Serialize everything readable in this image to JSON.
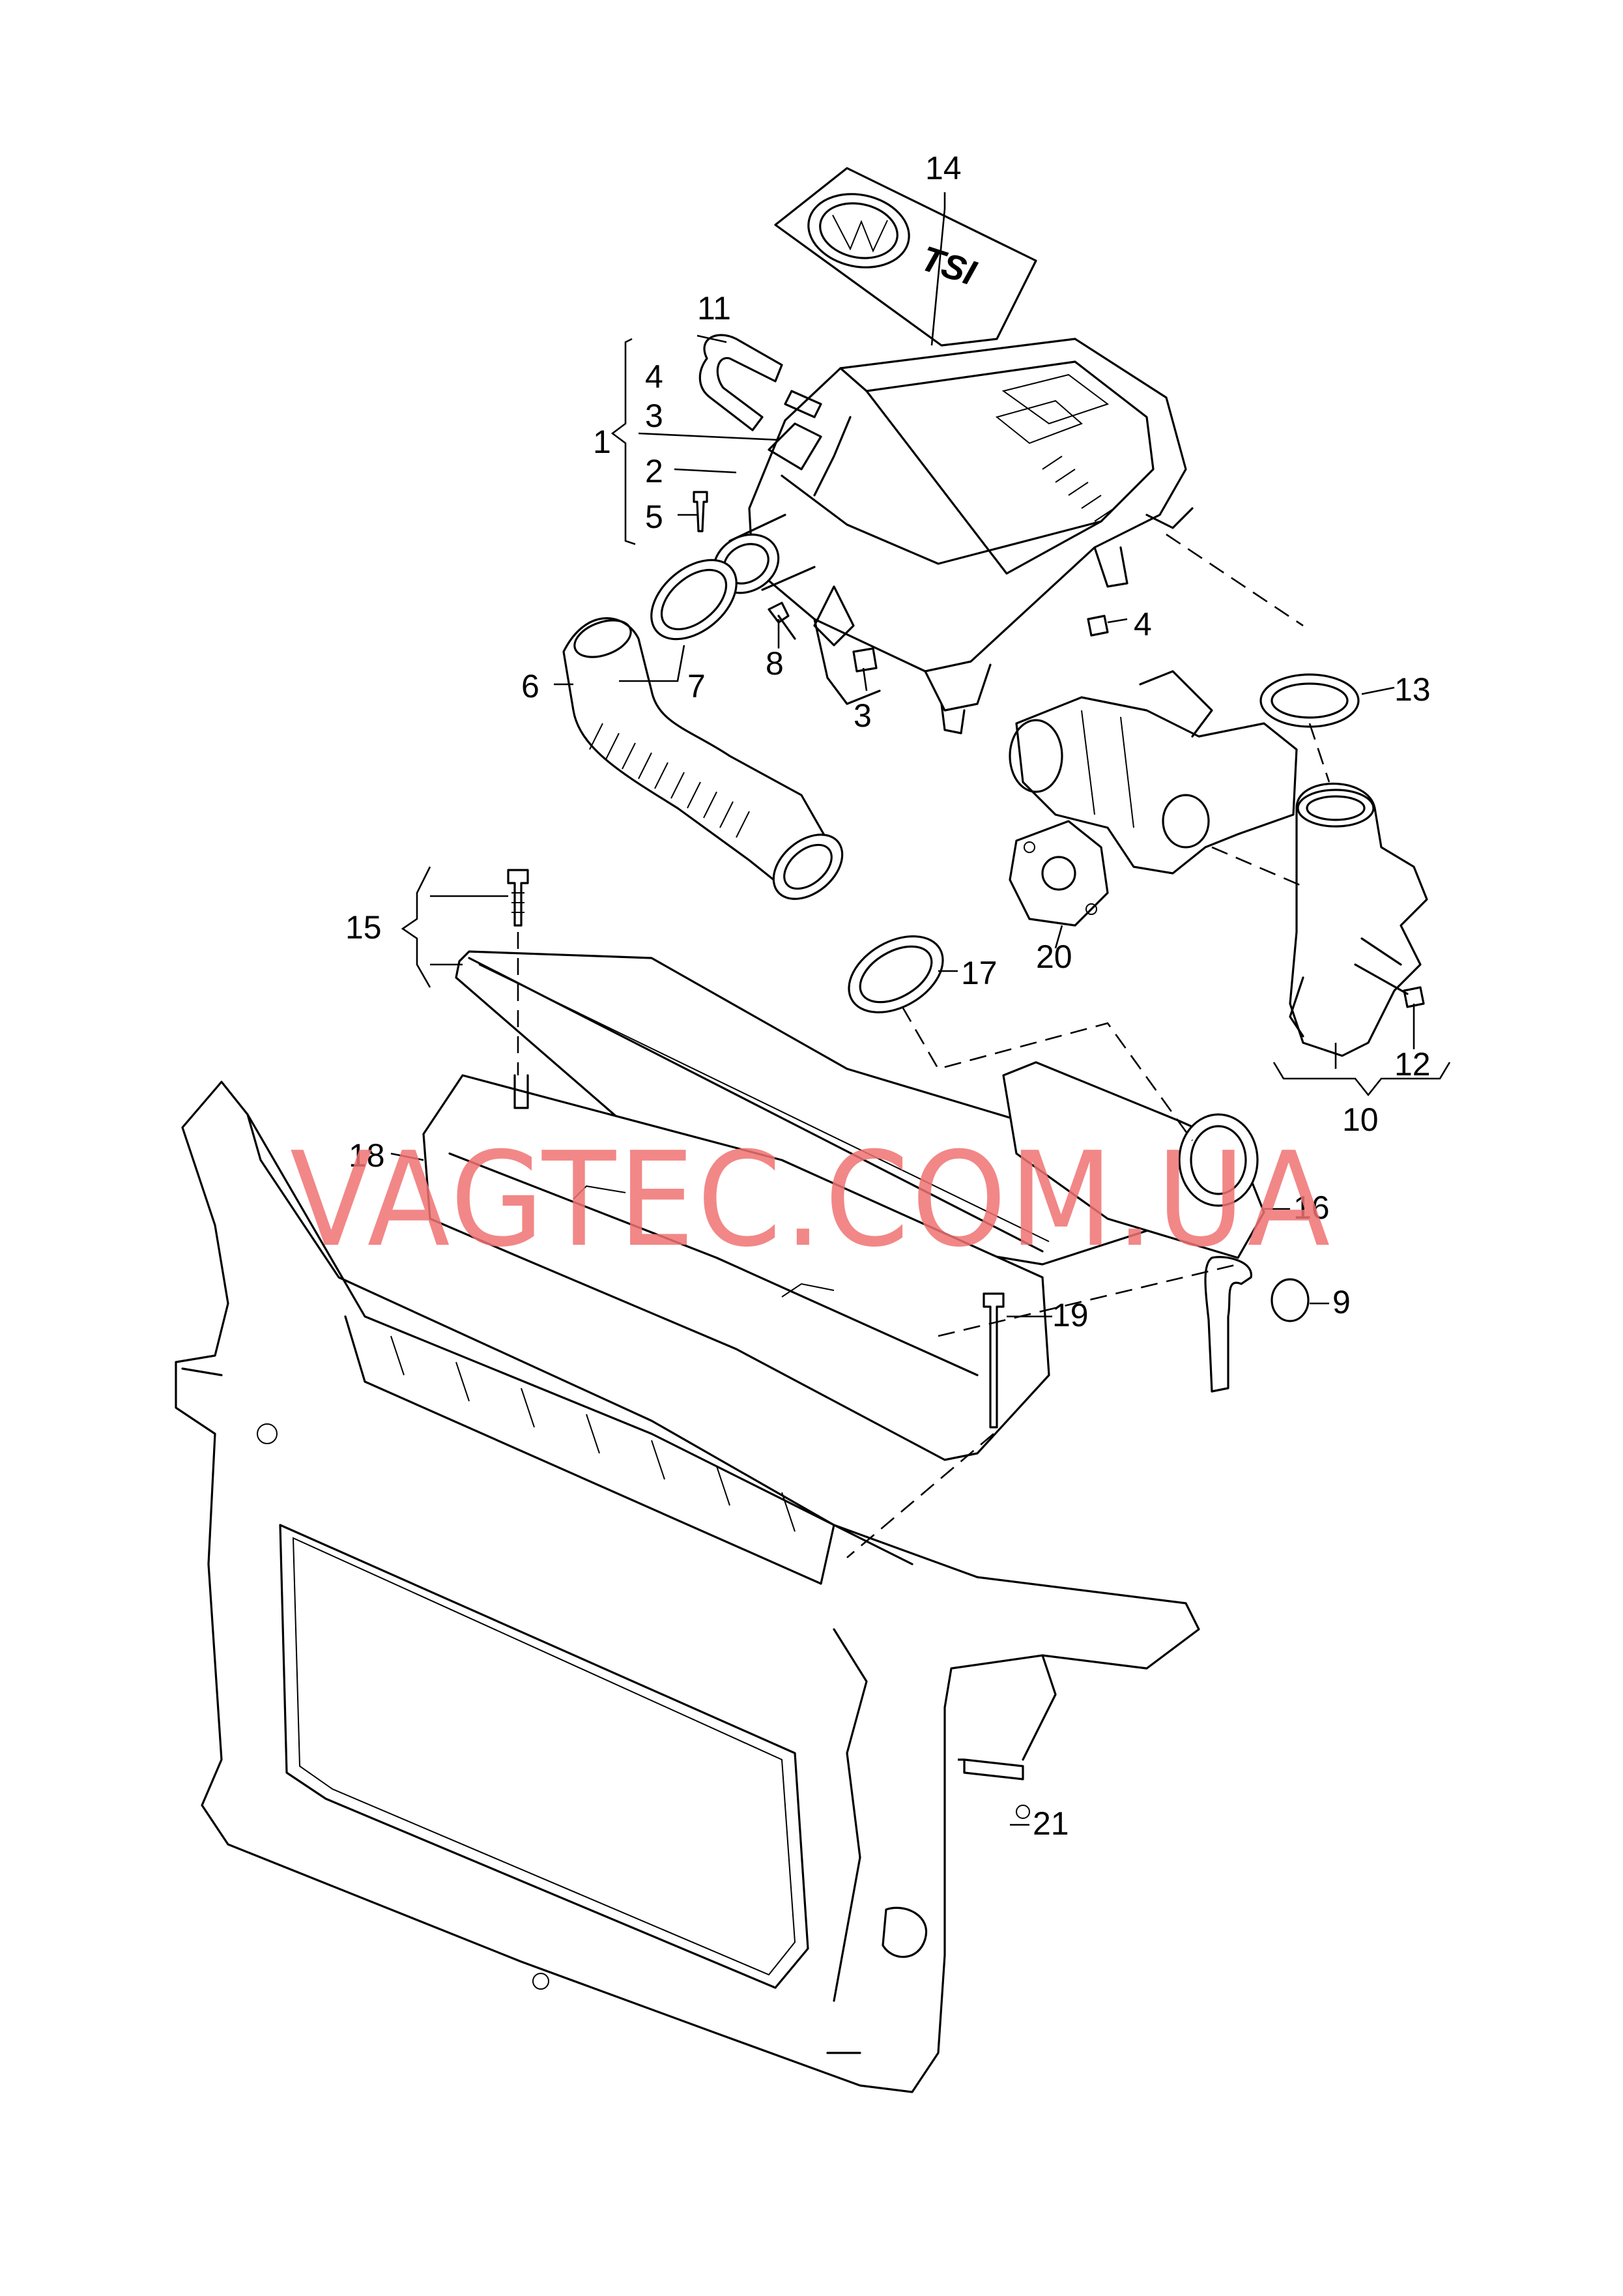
{
  "diagram": {
    "callouts": [
      "1",
      "2",
      "3",
      "4",
      "5",
      "6",
      "7",
      "8",
      "3",
      "4",
      "9",
      "10",
      "11",
      "12",
      "13",
      "14",
      "15",
      "16",
      "17",
      "18",
      "19",
      "20",
      "21"
    ],
    "cover_badge": "TSI",
    "logo": "VW",
    "watermark": "VAGTEC.COM.UA"
  }
}
